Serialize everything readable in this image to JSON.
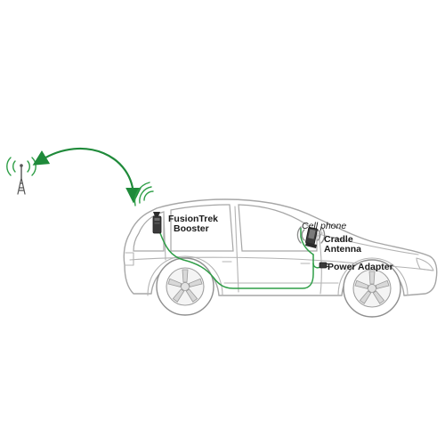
{
  "labels": {
    "booster_line1": "FusionTrek",
    "booster_line2": "Booster",
    "cell_phone": "Cell phone",
    "cradle_line1": "Cradle",
    "cradle_line2": "Antenna",
    "power_adapter": "Power Adapter"
  },
  "colors": {
    "signal_arrow": "#1f8a3a",
    "cable": "#2e9e46",
    "car_outline": "#a6a6a6",
    "device": "#3a3a3a"
  },
  "icons": {
    "tower": "cell-tower-icon",
    "arrow": "double-headed-arrow",
    "booster": "booster-unit-icon",
    "cradle": "phone-cradle-icon",
    "power": "power-adapter-plug-icon"
  }
}
